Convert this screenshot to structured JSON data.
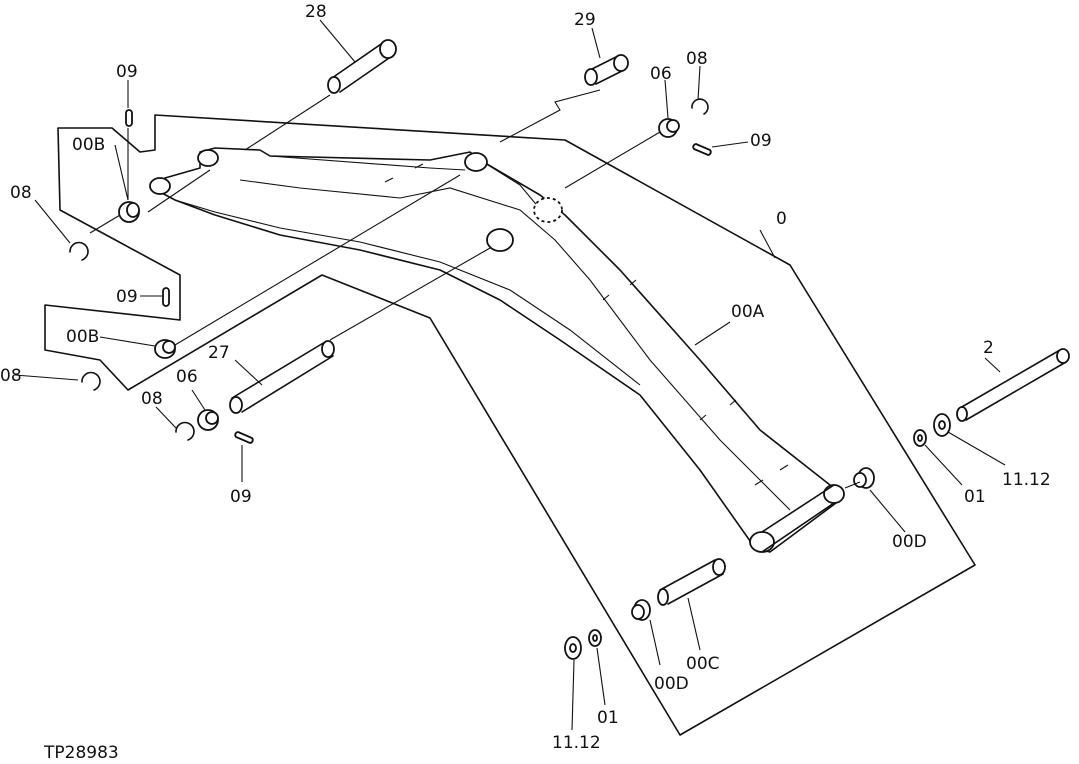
{
  "figure_ref": "TP28983",
  "labels": {
    "l28": "28",
    "l29": "29",
    "l09_top": "09",
    "l06_top": "06",
    "l08_top": "08",
    "l09_right": "09",
    "l00B_top": "00B",
    "l08_left": "08",
    "l0": "0",
    "l09_mid": "09",
    "l00A": "00A",
    "l00B_mid": "00B",
    "l27": "27",
    "l08_bl": "08",
    "l06_low": "06",
    "l08_low": "08",
    "l09_low": "09",
    "l2": "2",
    "l1112_right": "11.12",
    "l01_right": "01",
    "l00D_right": "00D",
    "l00D_bottom": "00D",
    "l00C": "00C",
    "l01_bottom": "01",
    "l1112_bottom": "11.12"
  }
}
